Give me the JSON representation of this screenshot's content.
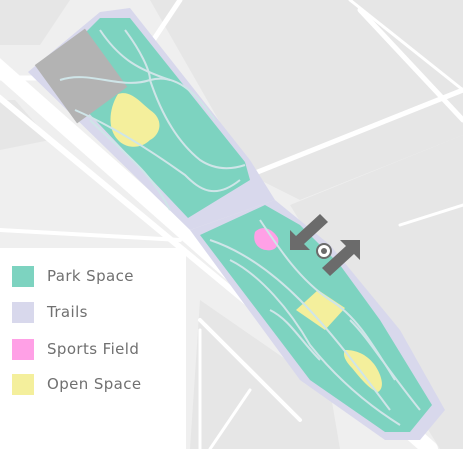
{
  "legend": {
    "items": [
      {
        "label": "Park Space",
        "color": "#7dd3c0"
      },
      {
        "label": "Trails",
        "color": "#d8d8ec"
      },
      {
        "label": "Sports Field",
        "color": "#ffa0e6"
      },
      {
        "label": "Open Space",
        "color": "#f4ef9c"
      }
    ]
  },
  "map": {
    "colors": {
      "background_block": "#ebebeb",
      "street": "#ffffff",
      "park": "#7dd3c0",
      "trail_band": "#d8d8ec",
      "trail_lines": "#cfe5e8",
      "sports_field": "#ffa0e6",
      "open_space": "#f4ef9c",
      "building": "#b3b3b3",
      "arrow": "#6b6b6b"
    },
    "icons": [
      "entrance-arrow-in-icon",
      "entrance-arrow-out-icon",
      "location-marker-icon"
    ]
  }
}
